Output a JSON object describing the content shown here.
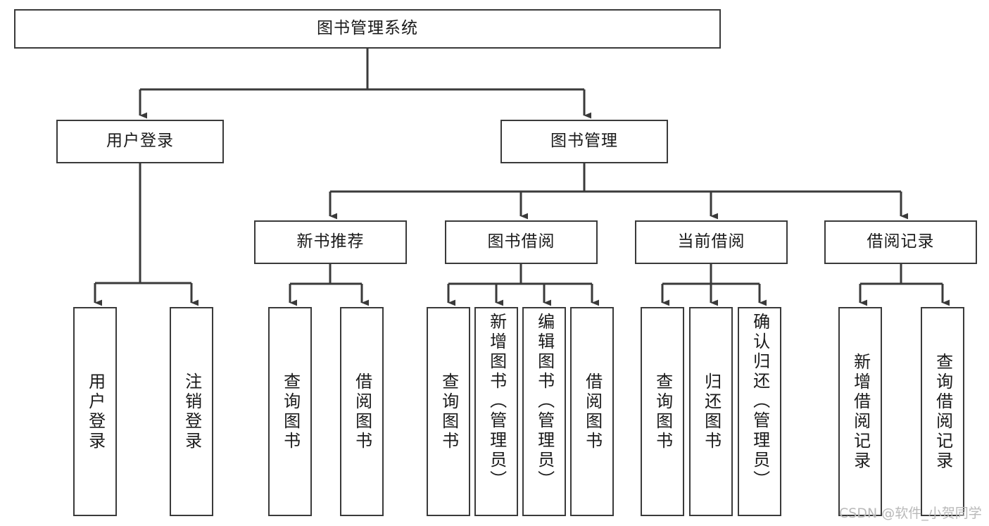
{
  "diagram": {
    "title": "图书管理系统",
    "type": "function-structure-tree",
    "stroke_color": "#3a3a3a",
    "fill_color": "#ffffff",
    "text_color": "#1a1a1a"
  },
  "nodes": {
    "root": {
      "label": "图书管理系统"
    },
    "level2": [
      {
        "label": "用户登录"
      },
      {
        "label": "图书管理"
      }
    ],
    "level3": [
      {
        "label": "新书推荐"
      },
      {
        "label": "图书借阅"
      },
      {
        "label": "当前借阅"
      },
      {
        "label": "借阅记录"
      }
    ],
    "leaves": {
      "user_login": [
        {
          "label": "用户登录"
        },
        {
          "label": "注销登录"
        }
      ],
      "new_book_recommend": [
        {
          "label": "查询图书"
        },
        {
          "label": "借阅图书"
        }
      ],
      "book_borrow": [
        {
          "label": "查询图书"
        },
        {
          "label": "新增图书（管理员）"
        },
        {
          "label": "编辑图书（管理员）"
        },
        {
          "label": "借阅图书"
        }
      ],
      "current_borrow": [
        {
          "label": "查询图书"
        },
        {
          "label": "归还图书"
        },
        {
          "label": "确认归还（管理员）"
        }
      ],
      "borrow_record": [
        {
          "label": "新增借阅记录"
        },
        {
          "label": "查询借阅记录"
        }
      ]
    }
  },
  "watermark": {
    "text": "CSDN @软件_小贺同学"
  }
}
